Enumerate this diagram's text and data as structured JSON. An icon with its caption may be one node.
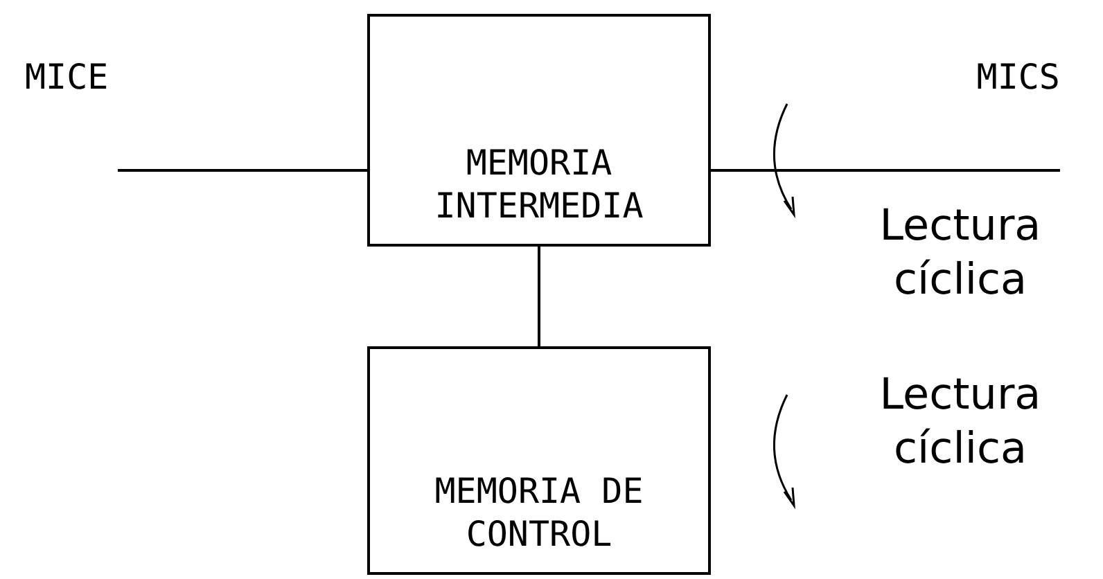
{
  "diagram": {
    "nodes": [
      {
        "text": [
          "MICE"
        ]
      },
      {
        "text": [
          "MEMORIA INTERMEDIA"
        ]
      },
      {
        "text": [
          "MICS"
        ]
      },
      {
        "text": [
          "MEMORIA DE CONTROL"
        ]
      }
    ],
    "edges": [
      {
        "from": 0,
        "to": 1,
        "arrow": "none"
      },
      {
        "from": 1,
        "to": 2,
        "arrow": "none"
      },
      {
        "from": 1,
        "to": 3,
        "arrow": "none"
      }
    ],
    "labels": [
      "Lectura cíclica",
      "Lectura cíclica"
    ]
  }
}
